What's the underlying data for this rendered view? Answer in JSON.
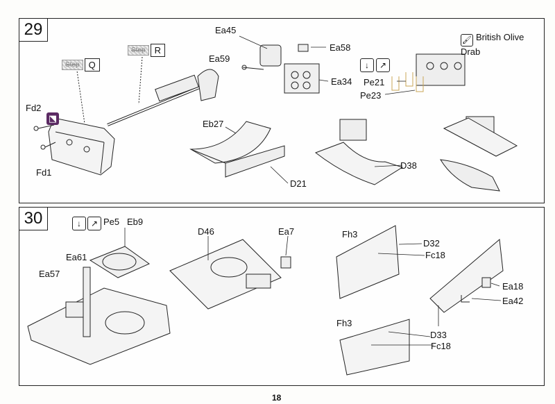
{
  "page_number": "18",
  "step29": {
    "number": "29",
    "ref_q": {
      "ghost": "Step",
      "letter": "Q"
    },
    "ref_r": {
      "ghost": "Step",
      "letter": "R"
    },
    "paint_label": "British Olive Drab",
    "parts": {
      "ea45": "Ea45",
      "ea58": "Ea58",
      "ea59": "Ea59",
      "ea34": "Ea34",
      "fd2": "Fd2",
      "fd1": "Fd1",
      "eb27": "Eb27",
      "d21": "D21",
      "pe21": "Pe21",
      "pe23": "Pe23",
      "d38": "D38"
    }
  },
  "step30": {
    "number": "30",
    "parts": {
      "pe5": "Pe5",
      "eb9": "Eb9",
      "d46": "D46",
      "ea7": "Ea7",
      "ea61": "Ea61",
      "ea57": "Ea57",
      "fh3a": "Fh3",
      "d32": "D32",
      "fc18a": "Fc18",
      "ea18": "Ea18",
      "ea42": "Ea42",
      "fh3b": "Fh3",
      "d33": "D33",
      "fc18b": "Fc18"
    }
  },
  "icons": {
    "tools_icon": "cut-and-bend-icon",
    "paint_icon": "paint-brush-icon",
    "plate_icon": "photo-etch-plate-icon"
  }
}
